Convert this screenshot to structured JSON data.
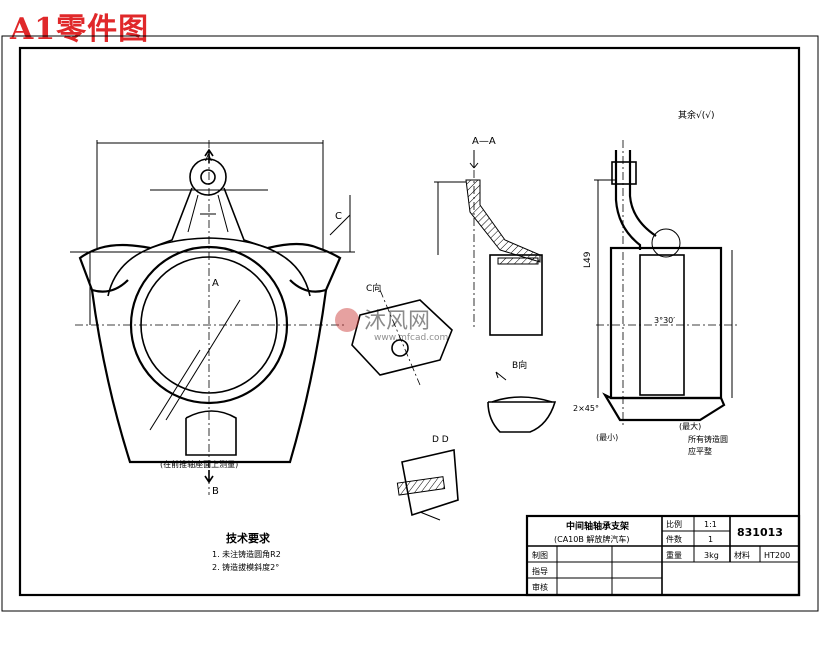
{
  "heading": "A1零件图",
  "surface_note": "其余√(√)",
  "views": {
    "section_aa": "A—A",
    "view_c": "C向",
    "view_b": "B向",
    "section_dd": "D D",
    "marker_a": "A",
    "marker_b": "B",
    "marker_c": "C",
    "bottom_caption": "(在前推轴座面上测量)"
  },
  "dimensions": {
    "side_height": "L49",
    "chamfer": "2×45°",
    "angle": "3°30′",
    "max_label": "(最大)",
    "min_label": "(最小)",
    "cast_note_1": "所有铸造圆",
    "cast_note_2": "应平整"
  },
  "watermark": {
    "name": "沐风网",
    "url": "www.mfcad.com"
  },
  "tech_requirements": {
    "title": "技术要求",
    "items": [
      "1. 未注铸造圆角R2",
      "2. 铸造拔模斜度2°"
    ]
  },
  "title_block": {
    "part_name_line1": "中间轴轴承支架",
    "part_name_line2": "(CA10B 解放牌汽车)",
    "scale_label": "比例",
    "scale_value": "1:1",
    "qty_label": "件数",
    "qty_value": "1",
    "drawing_no": "831013",
    "weight_label": "重量",
    "weight_value": "3kg",
    "material_label": "材料",
    "material_value": "HT200",
    "drawn_label": "制图",
    "guide_label": "指导",
    "review_label": "审核"
  }
}
